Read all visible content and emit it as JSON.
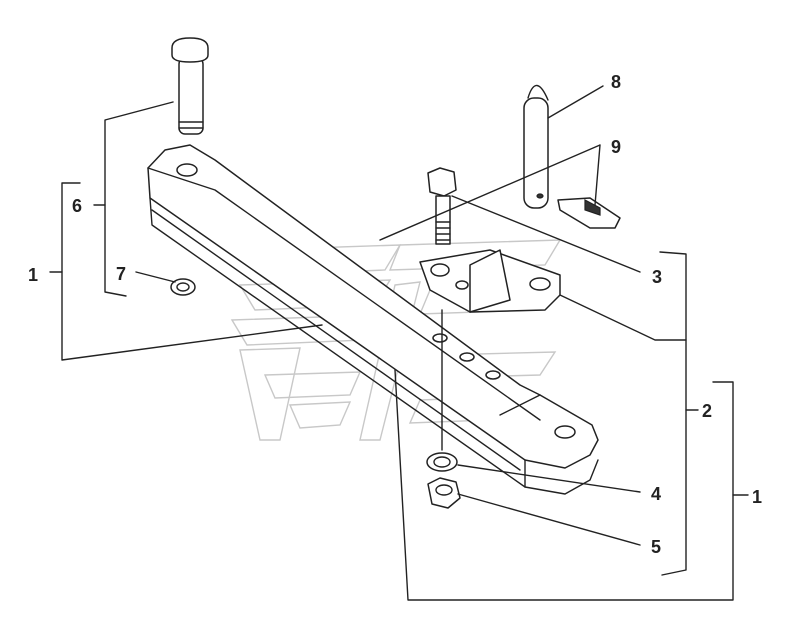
{
  "callouts": {
    "c1_left": "1",
    "c1_right": "1",
    "c2": "2",
    "c3": "3",
    "c4": "4",
    "c5": "5",
    "c6": "6",
    "c7": "7",
    "c8": "8",
    "c9": "9"
  },
  "colors": {
    "line": "#222222",
    "watermark": "#c8c8c8",
    "background": "#ffffff"
  }
}
